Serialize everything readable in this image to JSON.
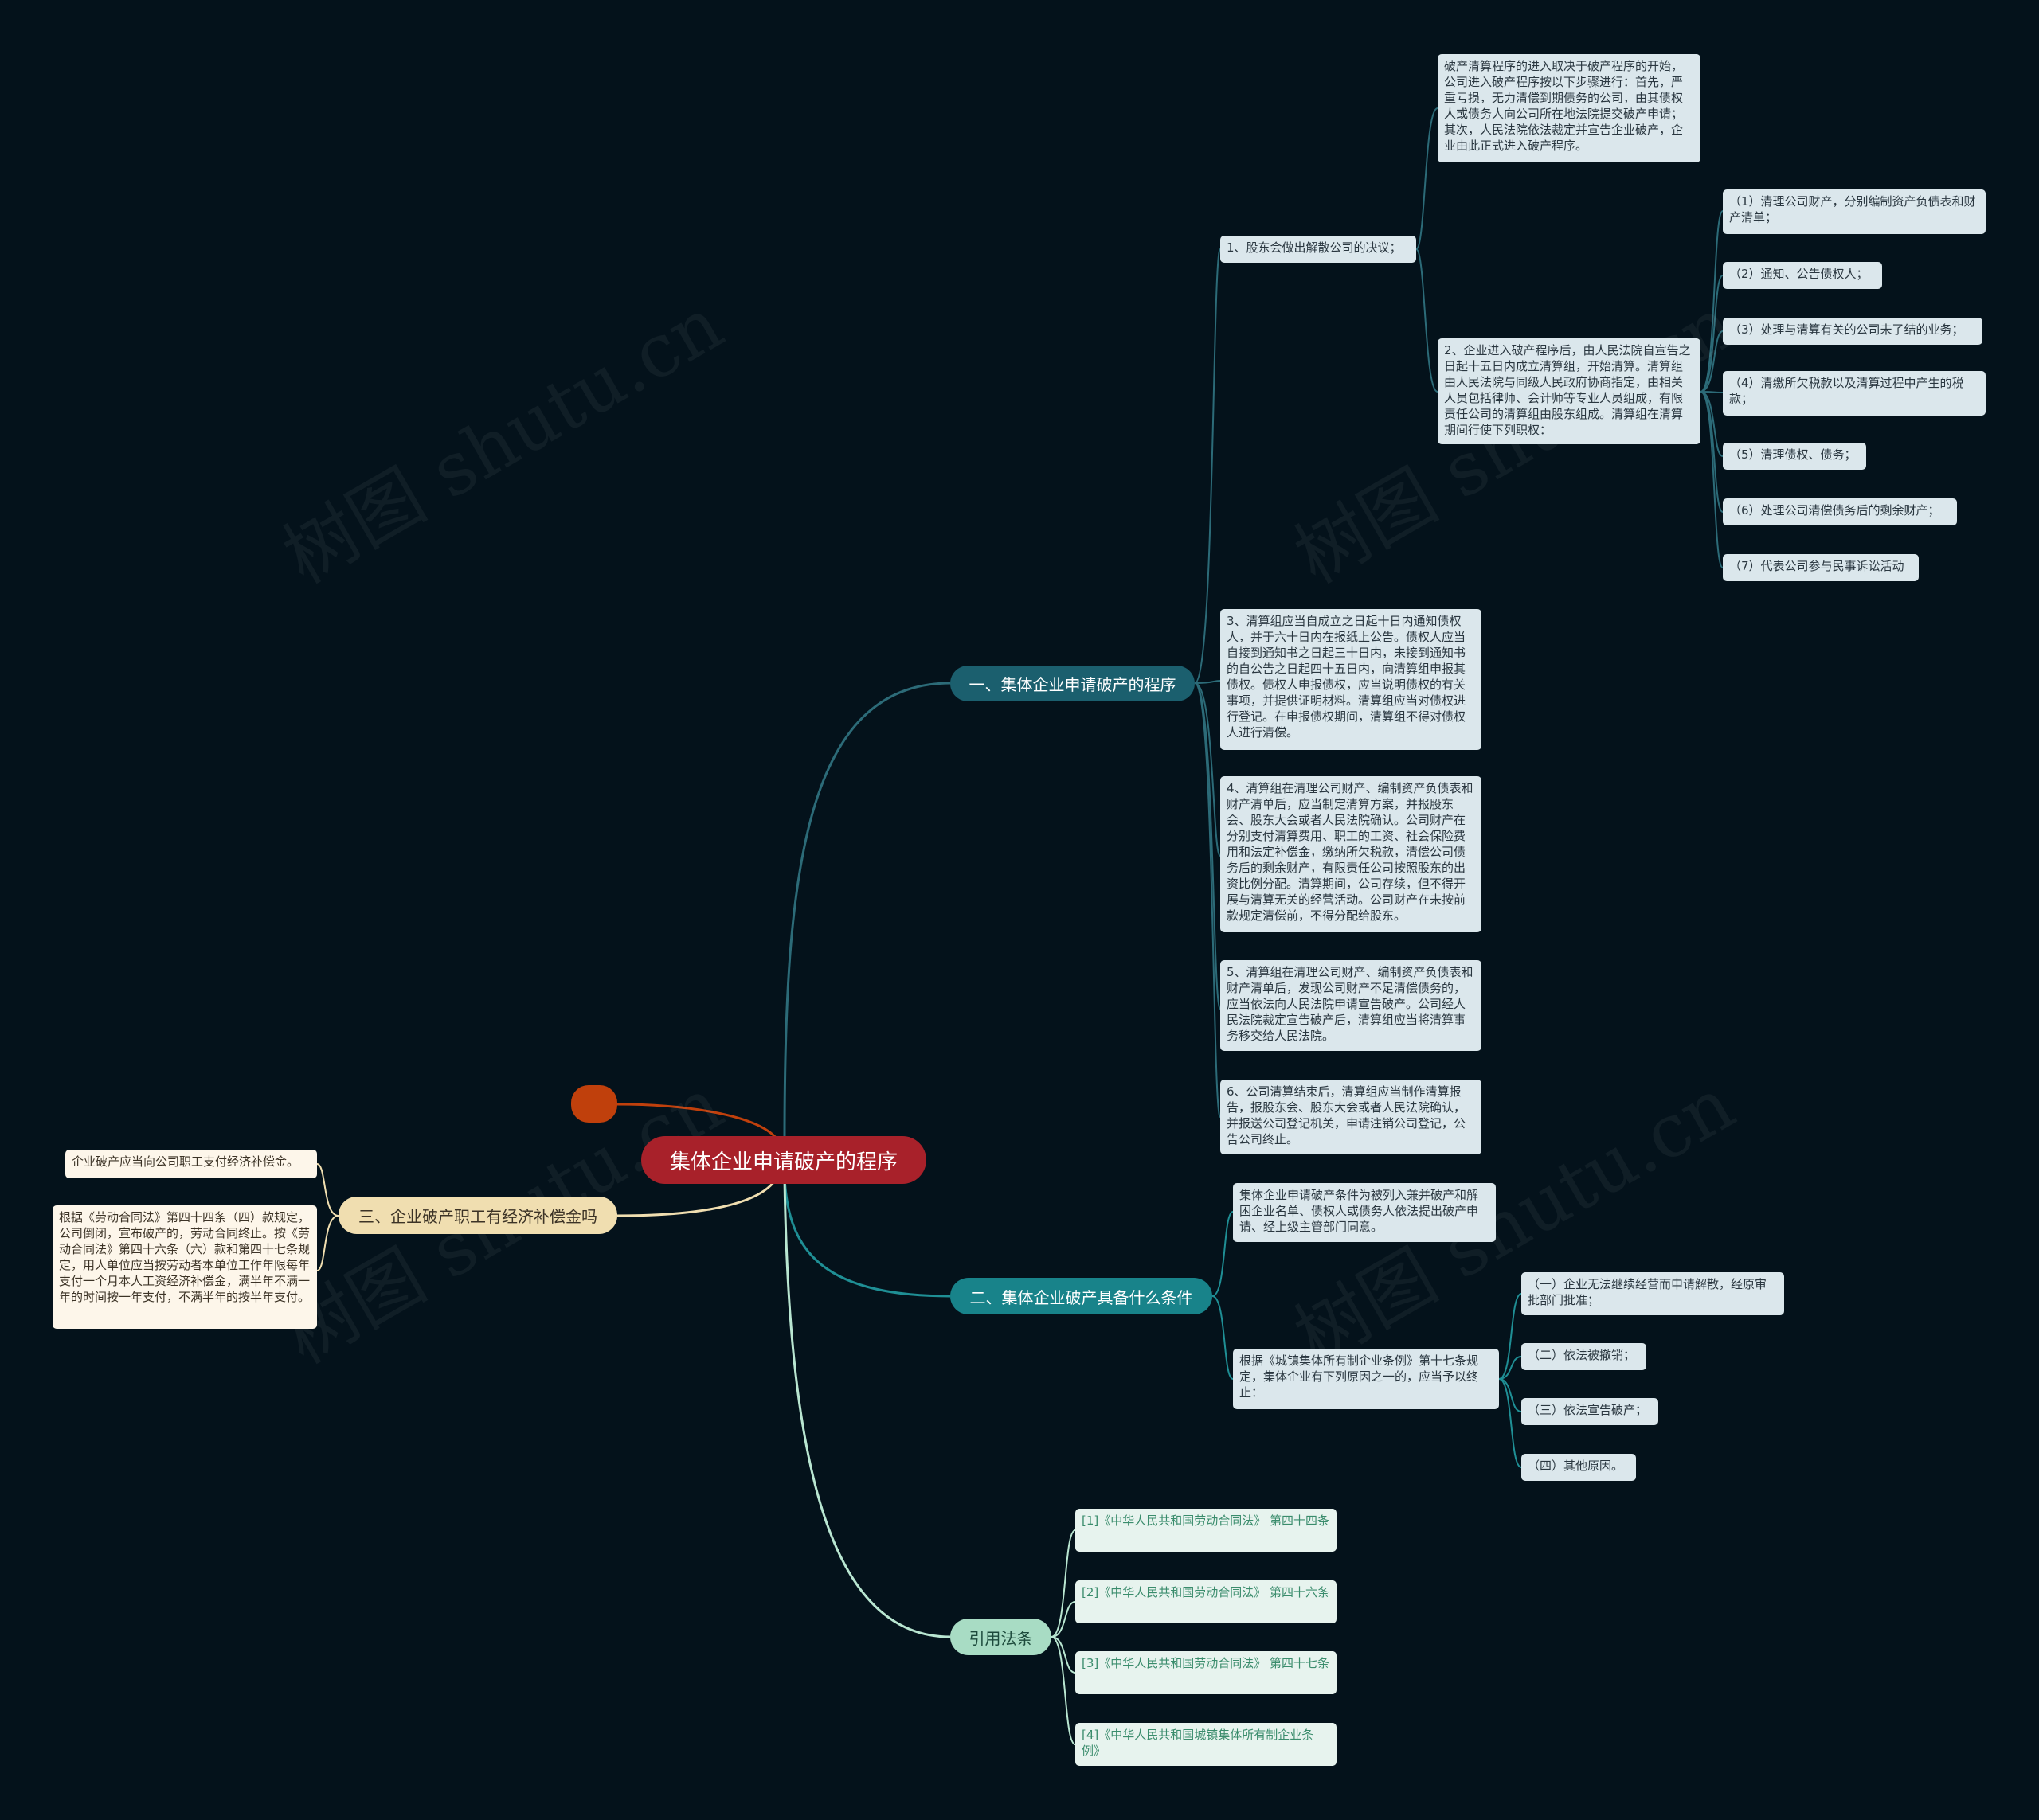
{
  "root": {
    "label": "集体企业申请破产的程序"
  },
  "branch1": {
    "label": "一、集体企业申请破产的程序",
    "items": [
      {
        "label": "1、股东会做出解散公司的决议；",
        "detail": "破产清算程序的进入取决于破产程序的开始，公司进入破产程序按以下步骤进行：首先，严重亏损，无力清偿到期债务的公司，由其债权人或债务人向公司所在地法院提交破产申请；其次，人民法院依法裁定并宣告企业破产，企业由此正式进入破产程序。"
      },
      {
        "label": "2、企业进入破产程序后，由人民法院自宣告之日起十五日内成立清算组，开始清算。清算组由人民法院与同级人民政府协商指定，由相关人员包括律师、会计师等专业人员组成，有限责任公司的清算组由股东组成。清算组在清算期间行使下列职权：",
        "powers": [
          "（1）清理公司财产，分别编制资产负债表和财产清单；",
          "（2）通知、公告债权人；",
          "（3）处理与清算有关的公司未了结的业务；",
          "（4）清缴所欠税款以及清算过程中产生的税款；",
          "（5）清理债权、债务；",
          "（6）处理公司清偿债务后的剩余财产；",
          "（7）代表公司参与民事诉讼活动"
        ]
      },
      {
        "label": "3、清算组应当自成立之日起十日内通知债权人，并于六十日内在报纸上公告。债权人应当自接到通知书之日起三十日内，未接到通知书的自公告之日起四十五日内，向清算组申报其债权。债权人申报债权，应当说明债权的有关事项，并提供证明材料。清算组应当对债权进行登记。在申报债权期间，清算组不得对债权人进行清偿。"
      },
      {
        "label": "4、清算组在清理公司财产、编制资产负债表和财产清单后，应当制定清算方案，并报股东会、股东大会或者人民法院确认。公司财产在分别支付清算费用、职工的工资、社会保险费用和法定补偿金，缴纳所欠税款，清偿公司债务后的剩余财产，有限责任公司按照股东的出资比例分配。清算期间，公司存续，但不得开展与清算无关的经营活动。公司财产在未按前款规定清偿前，不得分配给股东。"
      },
      {
        "label": "5、清算组在清理公司财产、编制资产负债表和财产清单后，发现公司财产不足清偿债务的，应当依法向人民法院申请宣告破产。公司经人民法院裁定宣告破产后，清算组应当将清算事务移交给人民法院。"
      },
      {
        "label": "6、公司清算结束后，清算组应当制作清算报告，报股东会、股东大会或者人民法院确认，并报送公司登记机关，申请注销公司登记，公告公司终止。"
      }
    ]
  },
  "branch2": {
    "label": "二、集体企业破产具备什么条件",
    "items": [
      {
        "label": "集体企业申请破产条件为被列入兼并破产和解困企业名单、债权人或债务人依法提出破产申请、经上级主管部门同意。"
      },
      {
        "label": "根据《城镇集体所有制企业条例》第十七条规定，集体企业有下列原因之一的，应当予以终止：",
        "reasons": [
          "（一）企业无法继续经营而申请解散，经原审批部门批准；",
          "（二）依法被撤销；",
          "（三）依法宣告破产；",
          "（四）其他原因。"
        ]
      }
    ]
  },
  "branch3": {
    "label": "三、企业破产职工有经济补偿金吗",
    "items": [
      {
        "label": "企业破产应当向公司职工支付经济补偿金。"
      },
      {
        "label": "根据《劳动合同法》第四十四条（四）款规定，公司倒闭，宣布破产的，劳动合同终止。按《劳动合同法》第四十六条（六）款和第四十七条规定，用人单位应当按劳动者本单位工作年限每年支付一个月本人工资经济补偿金，满半年不满一年的时间按一年支付，不满半年的按半年支付。"
      }
    ]
  },
  "branch4": {
    "label": "引用法条",
    "items": [
      {
        "label": "[1]《中华人民共和国劳动合同法》 第四十四条"
      },
      {
        "label": "[2]《中华人民共和国劳动合同法》 第四十六条"
      },
      {
        "label": "[3]《中华人民共和国劳动合同法》 第四十七条"
      },
      {
        "label": "[4]《中华人民共和国城镇集体所有制企业条例》"
      }
    ]
  },
  "colors": {
    "background": "#04121b",
    "root": "#a8212a",
    "branch1": "#1b5f6e",
    "branch2": "#18838a",
    "branch3": "#f0deb0",
    "branch4": "#a8dcc4",
    "orphan": "#c0400c"
  },
  "watermark": "树图 shutu.cn"
}
